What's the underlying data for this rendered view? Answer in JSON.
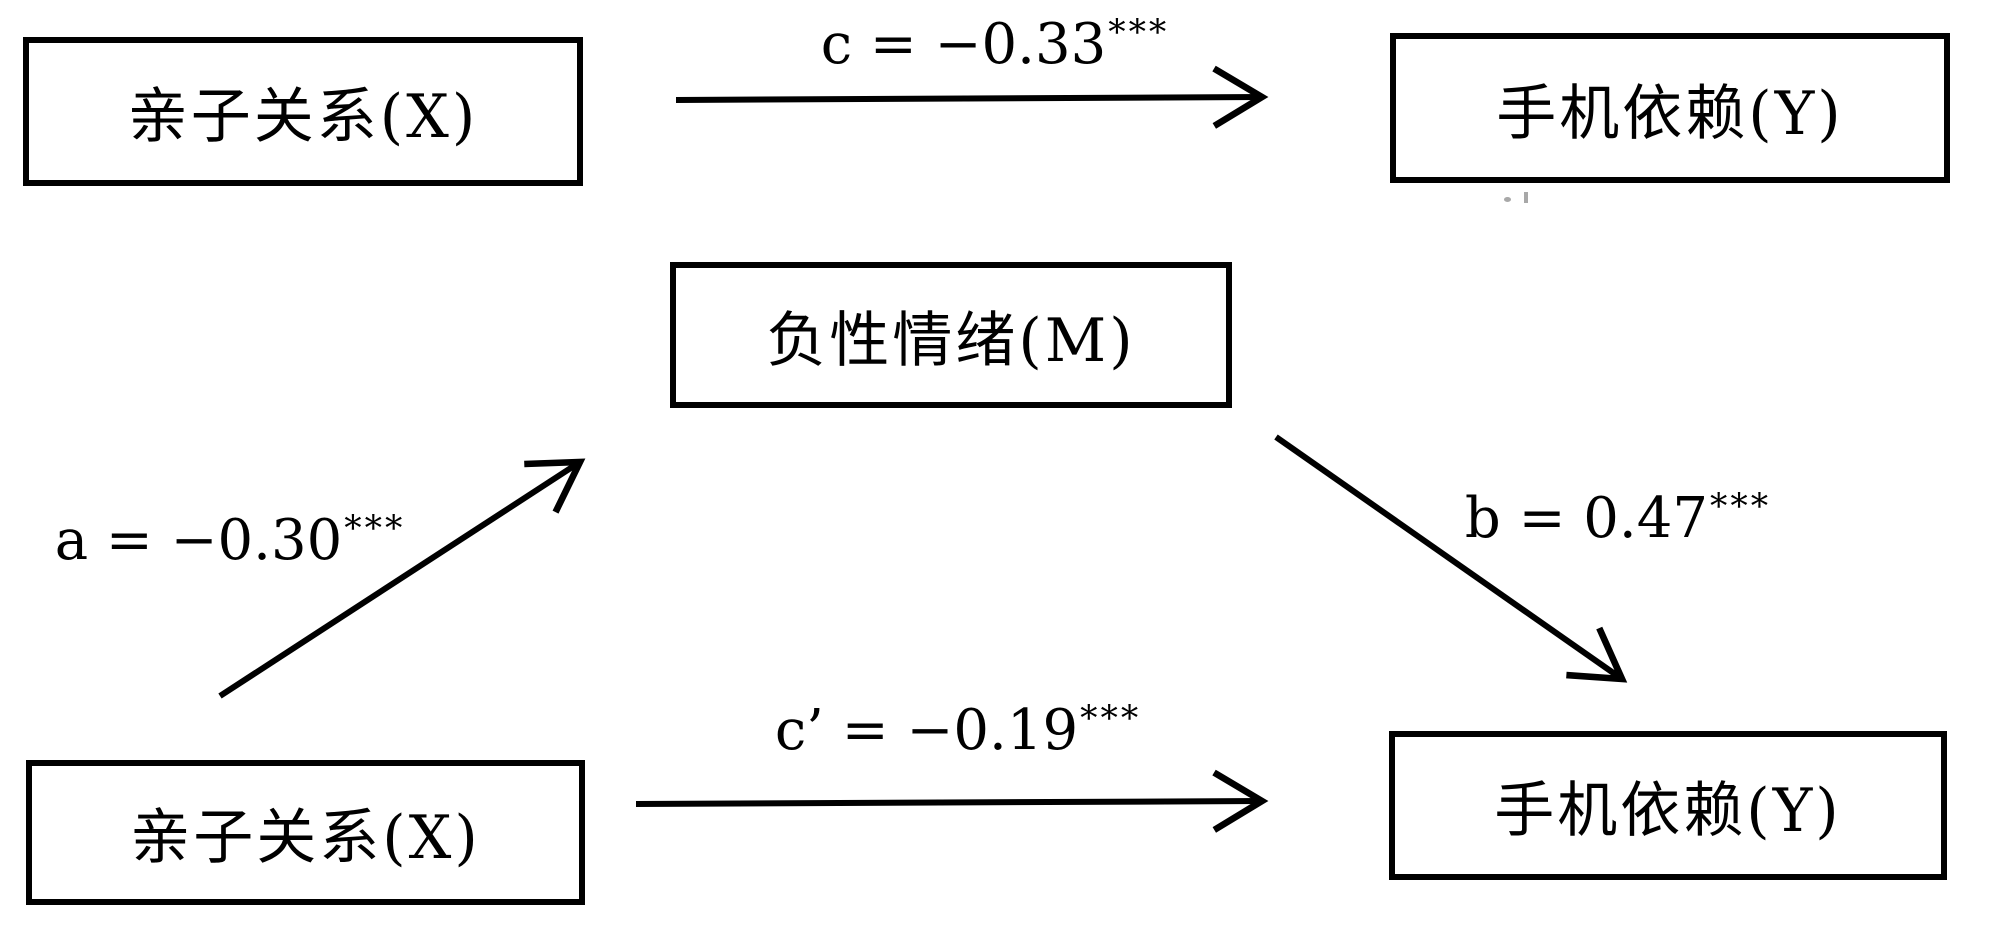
{
  "diagram": {
    "title": "mediation-path-model",
    "background_color": "#ffffff",
    "stroke_color": "#000000",
    "boxes": [
      {
        "id": "x-top",
        "role": "predictor",
        "label": "亲子关系(X)"
      },
      {
        "id": "y-top",
        "role": "outcome",
        "label": "手机依赖(Y)"
      },
      {
        "id": "mediator",
        "role": "mediator",
        "label": "负性情绪(M)"
      },
      {
        "id": "x-bottom",
        "role": "predictor",
        "label": "亲子关系(X)"
      },
      {
        "id": "y-bottom",
        "role": "outcome",
        "label": "手机依赖(Y)"
      }
    ],
    "paths": [
      {
        "id": "c",
        "from": "x-top",
        "to": "y-top",
        "label": "c = −0.33",
        "stars": "***"
      },
      {
        "id": "a",
        "from": "x-bottom",
        "to": "mediator",
        "label": "a = −0.30",
        "stars": "***"
      },
      {
        "id": "b",
        "from": "mediator",
        "to": "y-bottom",
        "label": "b = 0.47",
        "stars": "***"
      },
      {
        "id": "c-prime",
        "from": "x-bottom",
        "to": "y-bottom",
        "label": "c’ = −0.19",
        "stars": "***"
      }
    ]
  }
}
